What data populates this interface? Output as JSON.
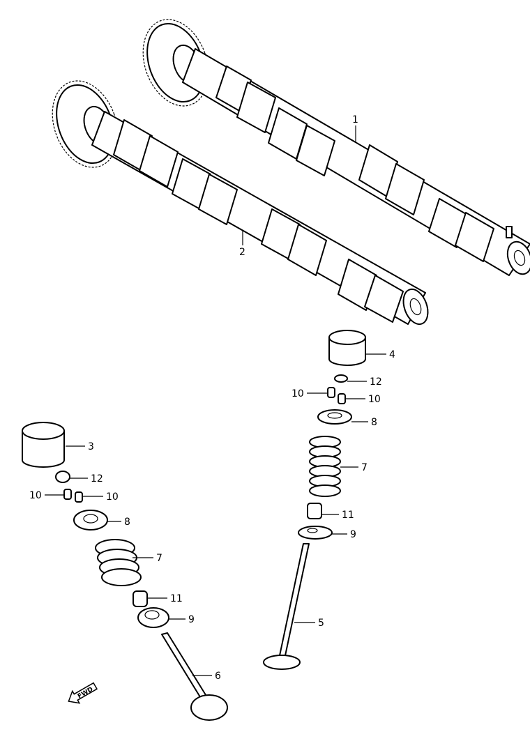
{
  "callouts": [
    {
      "id": "1",
      "text": "1"
    },
    {
      "id": "2",
      "text": "2"
    },
    {
      "id": "3",
      "text": "3"
    },
    {
      "id": "4",
      "text": "4"
    },
    {
      "id": "5",
      "text": "5"
    },
    {
      "id": "6",
      "text": "6"
    },
    {
      "id": "7a",
      "text": "7"
    },
    {
      "id": "7b",
      "text": "7"
    },
    {
      "id": "8a",
      "text": "8"
    },
    {
      "id": "8b",
      "text": "8"
    },
    {
      "id": "9a",
      "text": "9"
    },
    {
      "id": "9b",
      "text": "9"
    },
    {
      "id": "10a",
      "text": "10"
    },
    {
      "id": "10b",
      "text": "10"
    },
    {
      "id": "10c",
      "text": "10"
    },
    {
      "id": "10d",
      "text": "10"
    },
    {
      "id": "11a",
      "text": "11"
    },
    {
      "id": "11b",
      "text": "11"
    },
    {
      "id": "12a",
      "text": "12"
    },
    {
      "id": "12b",
      "text": "12"
    }
  ],
  "fwd_badge": {
    "text": "FWD",
    "icon": "arrow-fwd-icon"
  }
}
